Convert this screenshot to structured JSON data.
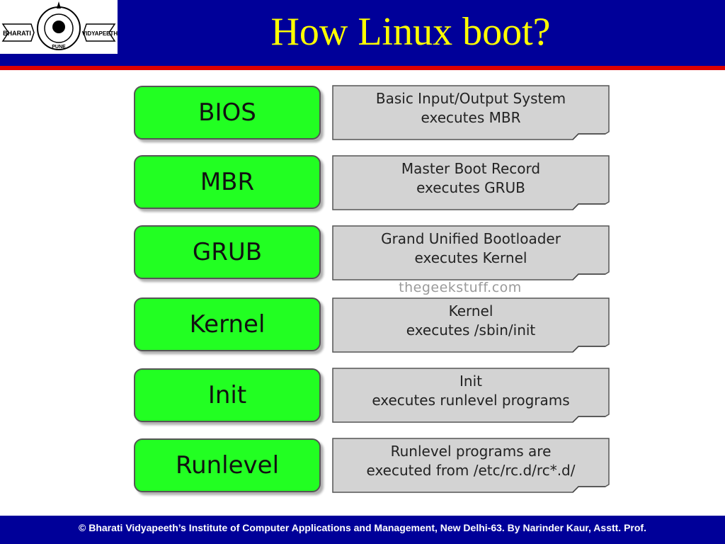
{
  "header": {
    "title": "How Linux boot?",
    "logo": {
      "icon": "bharati-vidyapeeth-logo",
      "text_left": "BHARATI",
      "text_right": "VIDYAPEETH",
      "text_bottom": "PUNE"
    }
  },
  "diagram": {
    "watermark": "thegeekstuff.com",
    "colors": {
      "stage_fill": "#22ff22",
      "note_fill": "#d3d3d3"
    },
    "stages": [
      {
        "label": "BIOS",
        "description": "Basic Input/Output System\nexecutes MBR"
      },
      {
        "label": "MBR",
        "description": "Master Boot Record\nexecutes GRUB"
      },
      {
        "label": "GRUB",
        "description": "Grand Unified Bootloader\nexecutes Kernel"
      },
      {
        "label": "Kernel",
        "description": "Kernel\nexecutes /sbin/init"
      },
      {
        "label": "Init",
        "description": "Init\nexecutes runlevel programs"
      },
      {
        "label": "Runlevel",
        "description": "Runlevel programs are\nexecuted from /etc/rc.d/rc*.d/"
      }
    ]
  },
  "footer": {
    "text": "© Bharati Vidyapeeth’s Institute of Computer Applications and Management, New Delhi-63. By Narinder Kaur, Asstt. Prof."
  },
  "theme": {
    "header_blue": "#000099",
    "title_yellow": "#ffff00",
    "accent_red": "#dd0000"
  }
}
